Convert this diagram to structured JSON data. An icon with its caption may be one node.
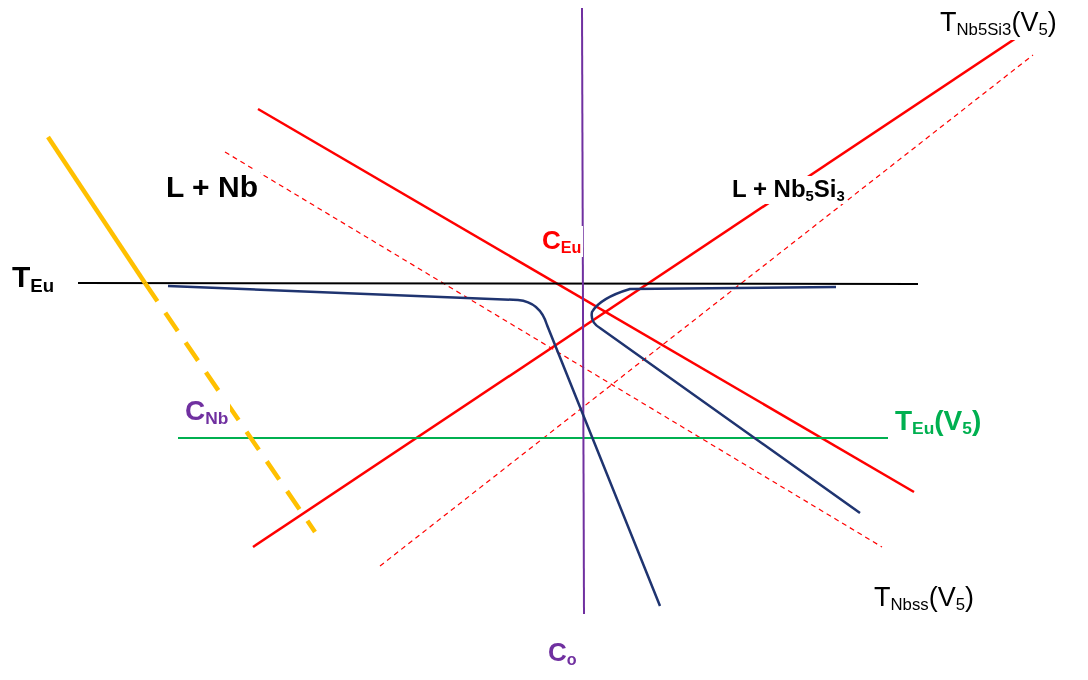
{
  "diagram": {
    "labels": [
      "T$_{Nb5Si3}$(V$_{5}$)",
      "L + Nb",
      "L + Nb$_{5}$Si$_{3}$",
      "C$_{Eu}$",
      "T$_{Eu}$",
      "C$_{Nb}$",
      "T$_{Eu}$(V$_{5}$)",
      "T$_{Nbss}$(V$_{5}$)",
      "C$_{o}$"
    ]
  }
}
